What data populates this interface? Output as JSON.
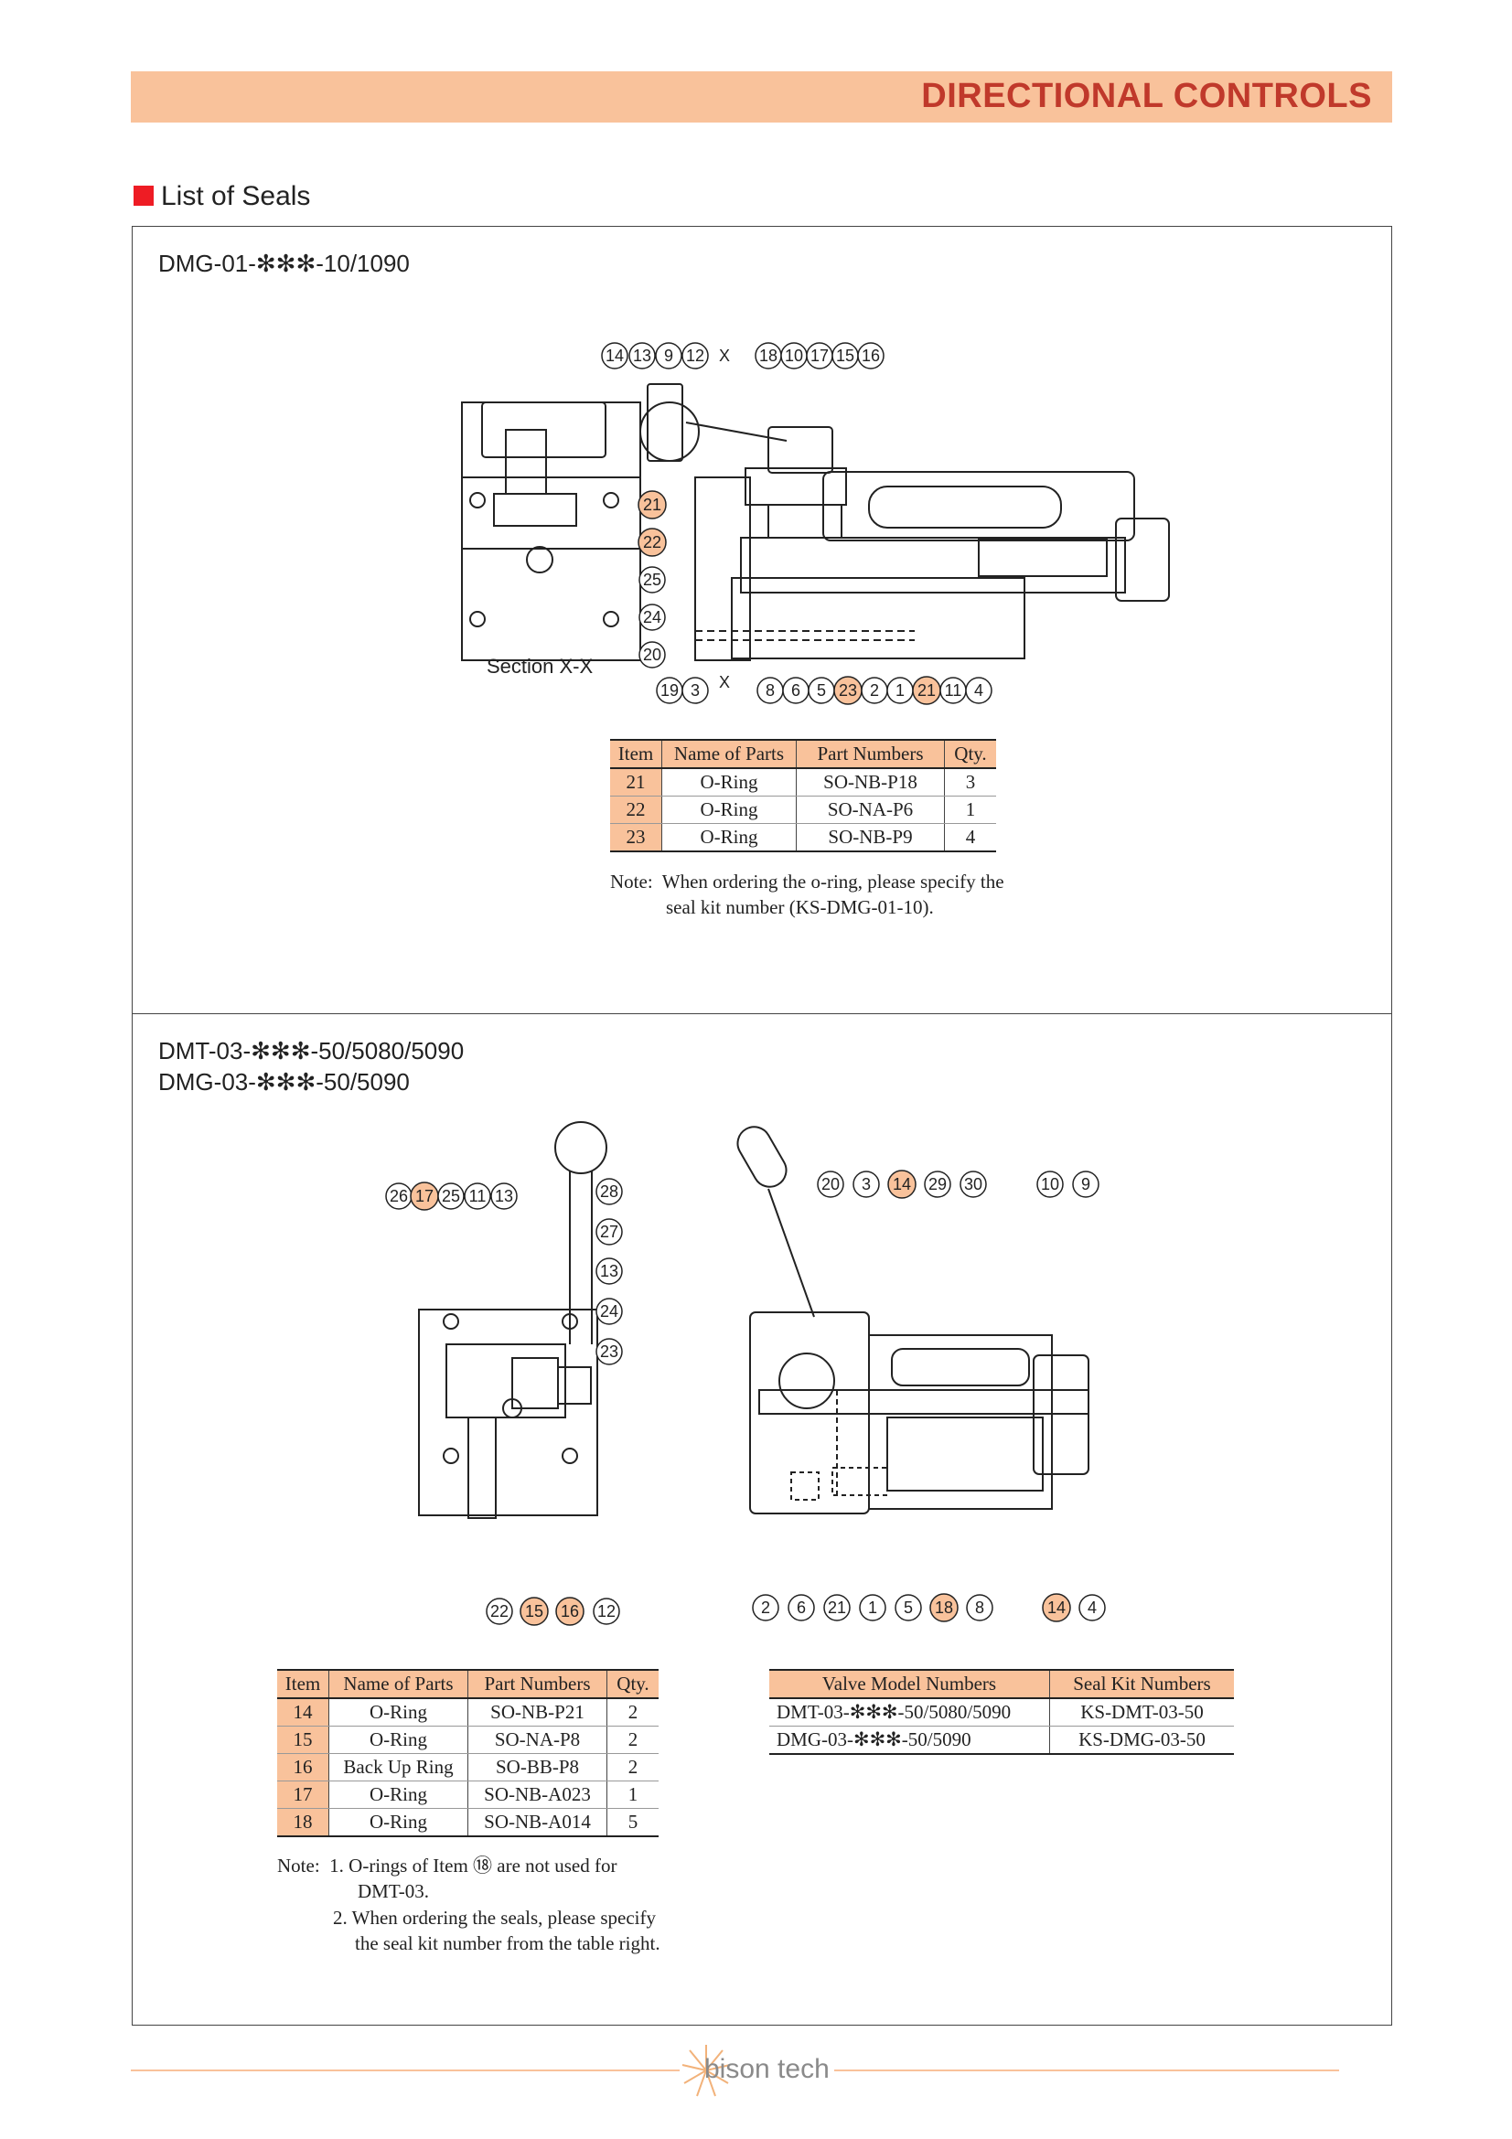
{
  "header": {
    "title": "DIRECTIONAL CONTROLS"
  },
  "section": {
    "title": "List of Seals"
  },
  "block1": {
    "model": "DMG-01-✻✻✻-10/1090",
    "section_label": "Section X-X",
    "table": {
      "headers": [
        "Item",
        "Name of Parts",
        "Part Numbers",
        "Qty."
      ],
      "rows": [
        [
          "21",
          "O-Ring",
          "SO-NB-P18",
          "3"
        ],
        [
          "22",
          "O-Ring",
          "SO-NA-P6",
          "1"
        ],
        [
          "23",
          "O-Ring",
          "SO-NB-P9",
          "4"
        ]
      ]
    },
    "note": {
      "prefix": "Note:",
      "lines": [
        "When ordering the o-ring, please specify the",
        "seal kit number (KS-DMG-01-10)."
      ]
    },
    "callouts_top": [
      "14",
      "13",
      "9",
      "12",
      "X",
      "18",
      "10",
      "17",
      "15",
      "16"
    ],
    "callouts_side": [
      "21",
      "22",
      "25",
      "24",
      "20"
    ],
    "callouts_bottom": [
      "19",
      "3",
      "X",
      "8",
      "6",
      "5",
      "23",
      "2",
      "1",
      "21",
      "11",
      "4"
    ]
  },
  "block2": {
    "model_line1": "DMT-03-✻✻✻-50/5080/5090",
    "model_line2": "DMG-03-✻✻✻-50/5090",
    "table": {
      "headers": [
        "Item",
        "Name of Parts",
        "Part Numbers",
        "Qty."
      ],
      "rows": [
        [
          "14",
          "O-Ring",
          "SO-NB-P21",
          "2"
        ],
        [
          "15",
          "O-Ring",
          "SO-NA-P8",
          "2"
        ],
        [
          "16",
          "Back Up Ring",
          "SO-BB-P8",
          "2"
        ],
        [
          "17",
          "O-Ring",
          "SO-NB-A023",
          "1"
        ],
        [
          "18",
          "O-Ring",
          "SO-NB-A014",
          "5"
        ]
      ]
    },
    "kit_table": {
      "headers": [
        "Valve Model Numbers",
        "Seal Kit Numbers"
      ],
      "rows": [
        [
          "DMT-03-✻✻✻-50/5080/5090",
          "KS-DMT-03-50"
        ],
        [
          "DMG-03-✻✻✻-50/5090",
          "KS-DMG-03-50"
        ]
      ]
    },
    "note": {
      "prefix": "Note:",
      "line1": "1. O-rings of Item ⑱ are not used for",
      "line1b": "DMT-03.",
      "line2": "2. When ordering the seals, please specify",
      "line2b": "the seal kit number from the table right."
    },
    "left_top": [
      "26",
      "17",
      "25",
      "11",
      "13"
    ],
    "left_right": [
      "28",
      "27",
      "13",
      "24",
      "23"
    ],
    "left_bottom": [
      "22",
      "15",
      "16",
      "12"
    ],
    "right_top": [
      "20",
      "3",
      "14",
      "29",
      "30",
      "10",
      "9"
    ],
    "right_bottom": [
      "2",
      "6",
      "21",
      "1",
      "5",
      "18",
      "8",
      "14",
      "4"
    ]
  },
  "footer": {
    "logo_text": "bison tech"
  },
  "colors": {
    "banner": "#f9c29b",
    "title": "#c0392b",
    "highlight": "#f9c29b",
    "bullet": "#ee1c24"
  }
}
